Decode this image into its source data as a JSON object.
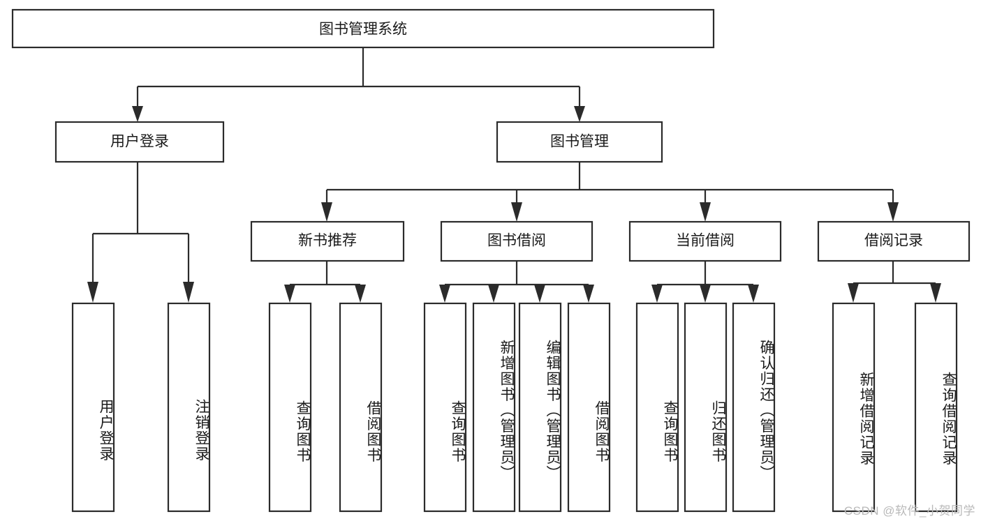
{
  "diagram": {
    "title": "图书管理系统",
    "type": "tree-hierarchy-diagram",
    "colors": {
      "background": "#ffffff",
      "stroke": "#2b2b2b",
      "text": "#1a1a1a",
      "watermark": "#b9b9b9"
    },
    "root": {
      "label": "图书管理系统"
    },
    "level1": [
      {
        "label": "用户登录"
      },
      {
        "label": "图书管理"
      }
    ],
    "level2": [
      {
        "label": "新书推荐"
      },
      {
        "label": "图书借阅"
      },
      {
        "label": "当前借阅"
      },
      {
        "label": "借阅记录"
      }
    ],
    "leaves": {
      "user_login": [
        {
          "label": "用户登录"
        },
        {
          "label": "注销登录"
        }
      ],
      "new_book_recommend": [
        {
          "label": "查询图书"
        },
        {
          "label": "借阅图书"
        }
      ],
      "book_borrow": [
        {
          "label": "查询图书"
        },
        {
          "label": "新增图书（管理员）"
        },
        {
          "label": "编辑图书（管理员）"
        },
        {
          "label": "借阅图书"
        }
      ],
      "current_borrow": [
        {
          "label": "查询图书"
        },
        {
          "label": "归还图书"
        },
        {
          "label": "确认归还（管理员）"
        }
      ],
      "borrow_record": [
        {
          "label": "新增借阅记录"
        },
        {
          "label": "查询借阅记录"
        }
      ]
    },
    "watermark": "CSDN @软件_小贺同学"
  }
}
